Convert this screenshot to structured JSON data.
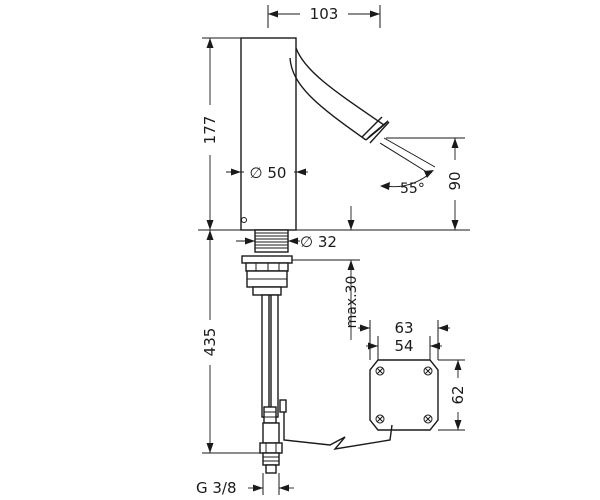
{
  "dimensions": {
    "spout_reach": "103",
    "body_height": "177",
    "body_diameter": "∅ 50",
    "spout_angle": "55°",
    "outlet_height": "90",
    "shank_diameter": "∅ 32",
    "shank_length": "435",
    "max_thickness": "max.30",
    "box_width_outer": "63",
    "box_width_inner": "54",
    "box_height": "62",
    "connection_thread": "G 3/8"
  }
}
